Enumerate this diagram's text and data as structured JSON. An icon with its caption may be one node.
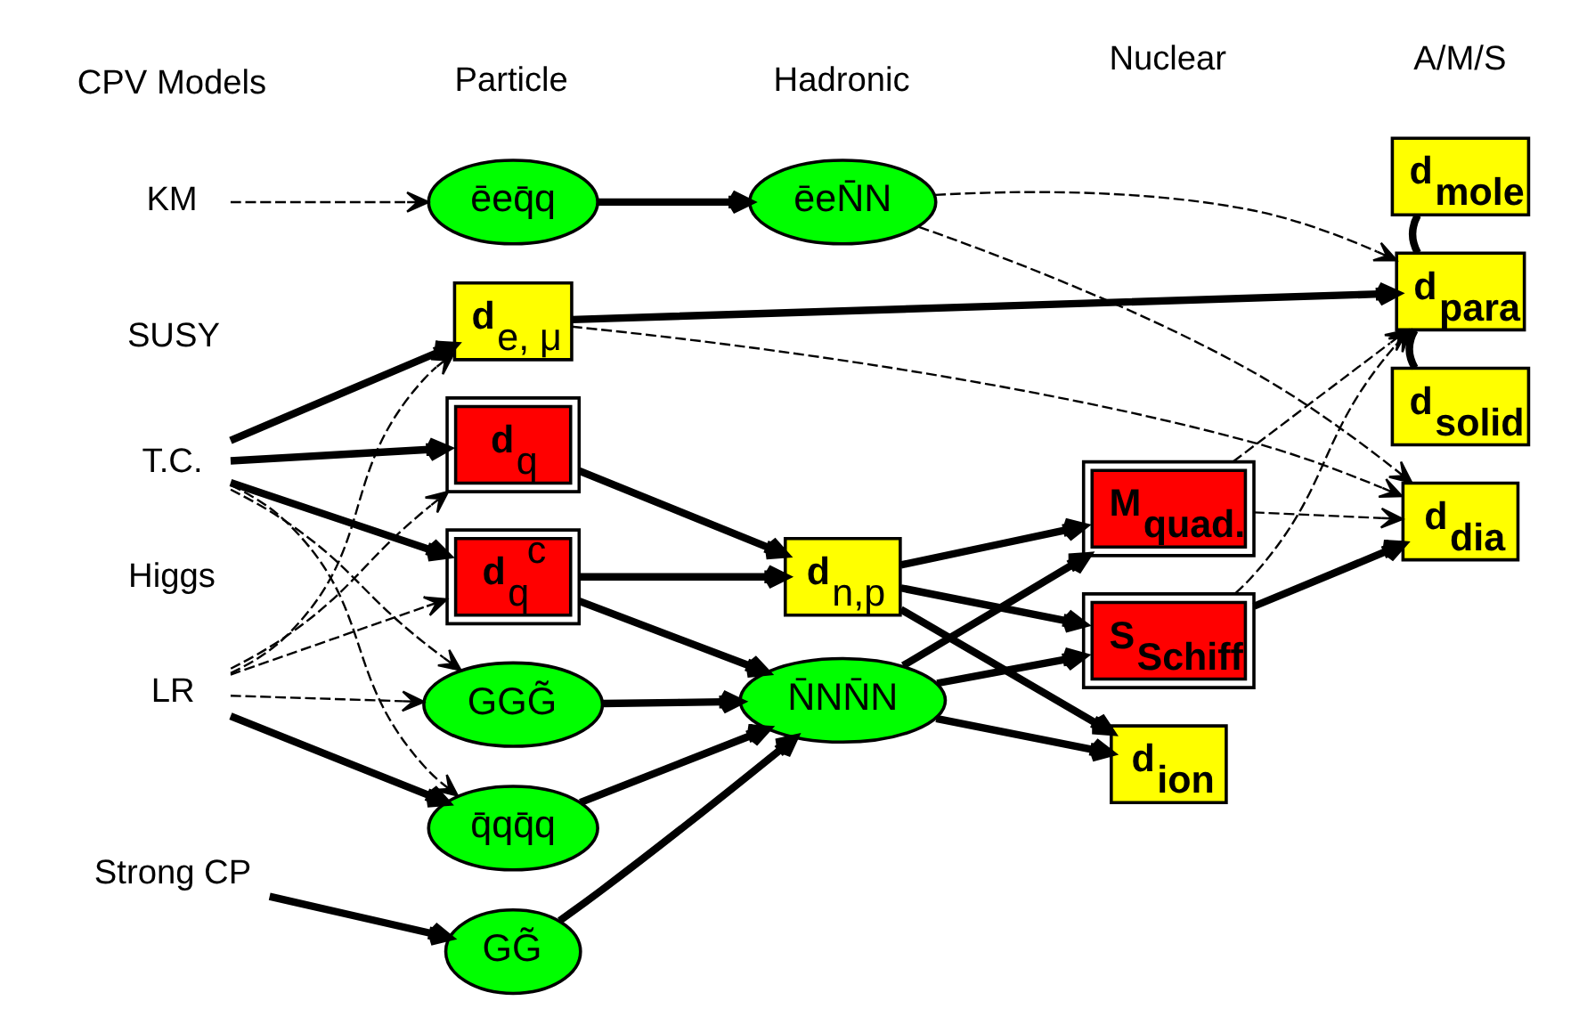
{
  "diagram": {
    "nodes": [
      {
        "text": [
          "KM"
        ]
      },
      {
        "text": [
          "SUSY"
        ]
      },
      {
        "text": [
          "T.C."
        ]
      },
      {
        "text": [
          "Higgs"
        ]
      },
      {
        "text": [
          "LR"
        ]
      },
      {
        "text": [
          "Strong CP"
        ]
      },
      {
        "text": [
          "ēeq̄q"
        ]
      },
      {
        "text": [
          "ēeN̄N"
        ]
      },
      {
        "text": [
          "**d**$_{e, μ}$"
        ]
      },
      {
        "text": [
          "**d**$_{q}$"
        ]
      },
      {
        "text": [
          "**d**$_{q}$$^{c}$"
        ]
      },
      {
        "text": [
          "GGG̃"
        ]
      },
      {
        "text": [
          "q̄qq̄q"
        ]
      },
      {
        "text": [
          "GG̃"
        ]
      },
      {
        "text": [
          "**d**$_{n,p}$"
        ]
      },
      {
        "text": [
          "N̄NN̄N"
        ]
      },
      {
        "text": [
          "M$_{quad.}$"
        ]
      },
      {
        "text": [
          "S$_{Schiff}$"
        ]
      },
      {
        "text": [
          "d$_{ion}$"
        ]
      },
      {
        "text": [
          "d$_{mole}$"
        ]
      },
      {
        "text": [
          "d$_{para}$"
        ]
      },
      {
        "text": [
          "d$_{solid}$"
        ]
      },
      {
        "text": [
          "d$_{dia}$"
        ]
      }
    ],
    "edges": [
      {
        "from": 0,
        "to": 6,
        "arrow": "to",
        "style": "dashed"
      },
      {
        "from": 6,
        "to": 7,
        "arrow": "to"
      },
      {
        "from": 7,
        "to": 20,
        "arrow": "to",
        "style": "dashed"
      },
      {
        "from": 7,
        "to": 22,
        "arrow": "to",
        "style": "dashed"
      },
      {
        "from": 8,
        "to": 20,
        "arrow": "to"
      },
      {
        "from": 8,
        "to": 22,
        "arrow": "to",
        "style": "dashed"
      },
      {
        "from": 2,
        "to": 8,
        "arrow": "to"
      },
      {
        "from": 2,
        "to": 9,
        "arrow": "to"
      },
      {
        "from": 2,
        "to": 10,
        "arrow": "to"
      },
      {
        "from": 2,
        "to": 11,
        "arrow": "to",
        "style": "dashed"
      },
      {
        "from": 2,
        "to": 12,
        "arrow": "to",
        "style": "dashed"
      },
      {
        "from": 4,
        "to": 8,
        "arrow": "to",
        "style": "dashed"
      },
      {
        "from": 4,
        "to": 9,
        "arrow": "to",
        "style": "dashed"
      },
      {
        "from": 4,
        "to": 10,
        "arrow": "to",
        "style": "dashed"
      },
      {
        "from": 4,
        "to": 11,
        "arrow": "to",
        "style": "dashed"
      },
      {
        "from": 4,
        "to": 12,
        "arrow": "to"
      },
      {
        "from": 5,
        "to": 13,
        "arrow": "to"
      },
      {
        "from": 9,
        "to": 14,
        "arrow": "to"
      },
      {
        "from": 10,
        "to": 14,
        "arrow": "to"
      },
      {
        "from": 10,
        "to": 15,
        "arrow": "to"
      },
      {
        "from": 11,
        "to": 15,
        "arrow": "to"
      },
      {
        "from": 12,
        "to": 15,
        "arrow": "to"
      },
      {
        "from": 13,
        "to": 15,
        "arrow": "to"
      },
      {
        "from": 14,
        "to": 16,
        "arrow": "to"
      },
      {
        "from": 14,
        "to": 17,
        "arrow": "to"
      },
      {
        "from": 14,
        "to": 18,
        "arrow": "to"
      },
      {
        "from": 15,
        "to": 16,
        "arrow": "to"
      },
      {
        "from": 15,
        "to": 17,
        "arrow": "to"
      },
      {
        "from": 15,
        "to": 18,
        "arrow": "to"
      },
      {
        "from": 16,
        "to": 20,
        "arrow": "to",
        "style": "dashed"
      },
      {
        "from": 16,
        "to": 22,
        "arrow": "to",
        "style": "dashed"
      },
      {
        "from": 17,
        "to": 20,
        "arrow": "to",
        "style": "dashed"
      },
      {
        "from": 17,
        "to": 22,
        "arrow": "to"
      },
      {
        "from": 19,
        "to": 20,
        "arrow": "none"
      },
      {
        "from": 21,
        "to": 20,
        "arrow": "none"
      }
    ],
    "labels": [
      "CPV Models",
      "Particle",
      "Hadronic",
      "Nuclear",
      "A/M/S"
    ]
  }
}
